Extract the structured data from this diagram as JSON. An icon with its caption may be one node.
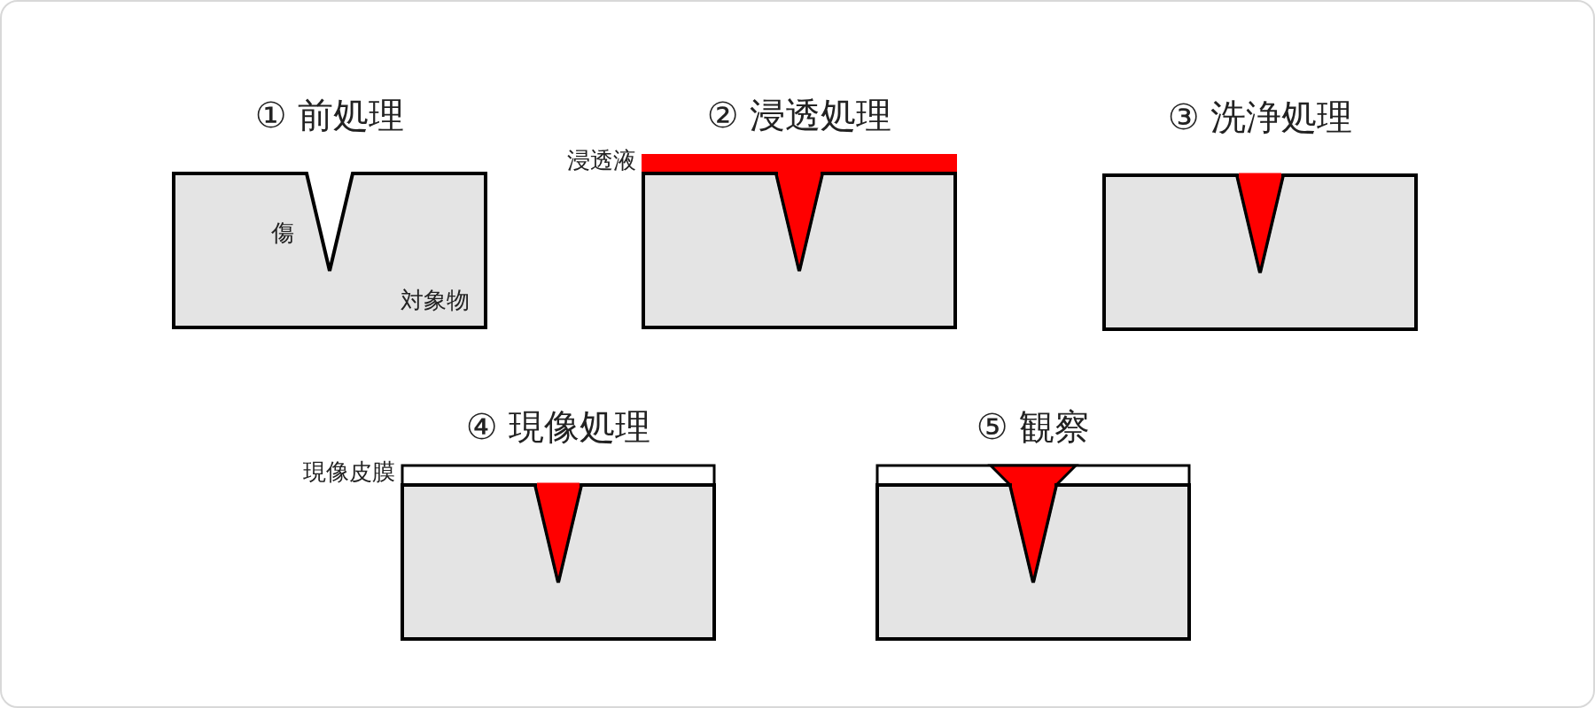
{
  "diagram": {
    "nodes": [
      {
        "text": [
          "① 前処理",
          "傷",
          "対象物"
        ]
      },
      {
        "text": [
          "② 浸透処理"
        ],
        "beside": [
          "浸透液"
        ]
      },
      {
        "text": [
          "③ 洗浄処理"
        ]
      },
      {
        "text": [
          "④ 現像処理"
        ],
        "beside": [
          "現像皮膜"
        ]
      },
      {
        "text": [
          "⑤ 観察"
        ]
      }
    ],
    "edges": []
  }
}
